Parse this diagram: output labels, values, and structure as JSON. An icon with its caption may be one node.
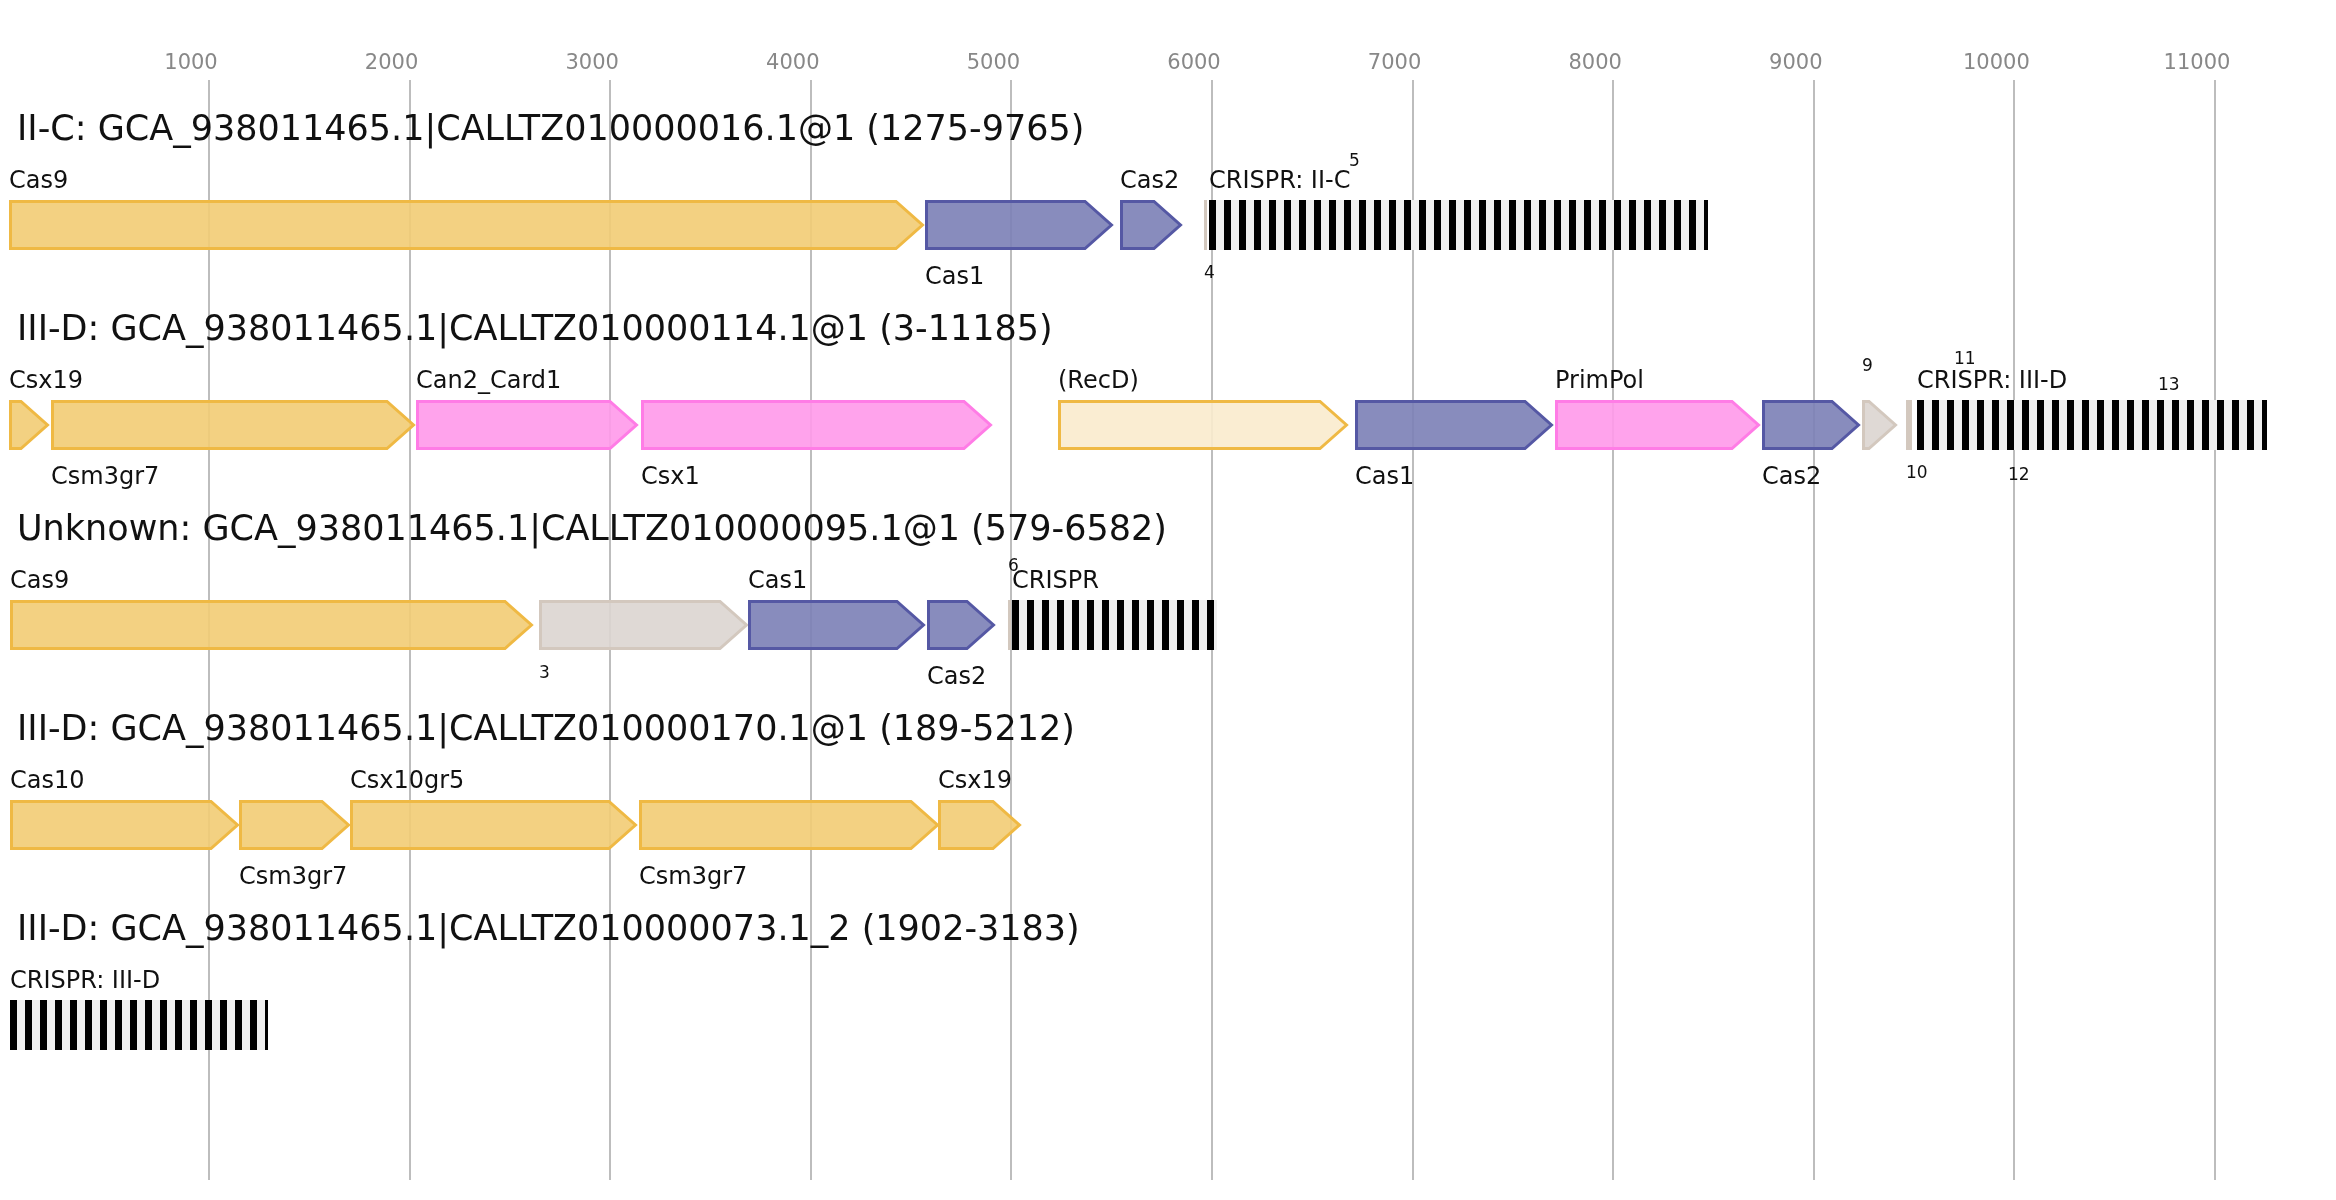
{
  "diagram": {
    "nodes": [
      {
        "text": [
          "Cas9"
        ]
      },
      {
        "text": [
          "Cas1"
        ]
      },
      {
        "text": [
          "Cas2"
        ]
      },
      {
        "text": [
          "4"
        ]
      },
      {
        "text": [
          "CRISPR: II-C"
        ]
      },
      {
        "text": [
          "Csx19"
        ]
      },
      {
        "text": [
          "Csm3gr7"
        ]
      },
      {
        "text": [
          "Can2_Card1"
        ]
      },
      {
        "text": [
          "Csx1"
        ]
      },
      {
        "text": [
          "(RecD)"
        ]
      },
      {
        "text": [
          "Cas1"
        ]
      },
      {
        "text": [
          "PrimPol"
        ]
      },
      {
        "text": [
          "Cas2"
        ]
      },
      {
        "text": [
          "9"
        ]
      },
      {
        "text": [
          "10"
        ]
      },
      {
        "text": [
          "CRISPR: III-D"
        ]
      },
      {
        "text": [
          "Cas9"
        ]
      },
      {
        "text": [
          "3"
        ]
      },
      {
        "text": [
          "Cas1"
        ]
      },
      {
        "text": [
          "Cas2"
        ]
      },
      {
        "text": [
          "6"
        ]
      },
      {
        "text": [
          "CRISPR"
        ]
      },
      {
        "text": [
          "Cas10"
        ]
      },
      {
        "text": [
          "Csm3gr7"
        ]
      },
      {
        "text": [
          "Csx10gr5"
        ]
      },
      {
        "text": [
          "Csm3gr7"
        ]
      },
      {
        "text": [
          "Csx19"
        ]
      },
      {
        "text": [
          "CRISPR: III-D"
        ]
      }
    ],
    "labels": [
      "1000",
      "2000",
      "3000",
      "4000",
      "5000",
      "6000",
      "7000",
      "8000",
      "9000",
      "10000",
      "11000",
      "II-C: GCA_938011465.1|CALLTZ010000016.1@1 (1275-9765)",
      "5",
      "III-D: GCA_938011465.1|CALLTZ010000114.1@1 (3-11185)",
      "11",
      "12",
      "13",
      "Unknown: GCA_938011465.1|CALLTZ010000095.1@1 (579-6582)",
      "III-D: GCA_938011465.1|CALLTZ010000170.1@1 (189-5212)",
      "III-D: GCA_938011465.1|CALLTZ010000073.1_2 (1902-3183)"
    ]
  }
}
